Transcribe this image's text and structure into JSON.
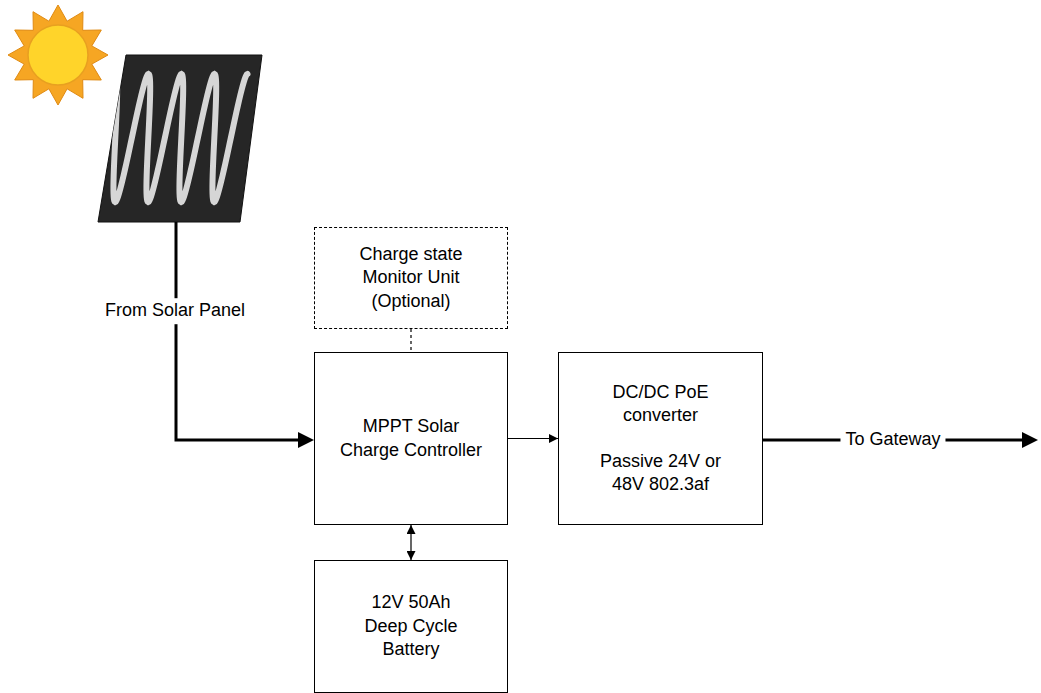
{
  "diagram": {
    "nodes": [
      {
        "text": [
          "Charge state Monitor Unit (Optional)"
        ]
      },
      {
        "text": [
          "MPPT Solar Charge Controller"
        ]
      },
      {
        "text": [
          "DC/DC PoE converter",
          "Passive 24V or 48V 802.3af"
        ]
      },
      {
        "text": [
          "12V 50Ah Deep Cycle Battery"
        ]
      }
    ],
    "edges": [
      {
        "from": 0,
        "to": 1,
        "arrow": "none"
      },
      {
        "from": 1,
        "to": 2,
        "arrow": "to"
      },
      {
        "from": 1,
        "to": 3,
        "arrow": "both"
      }
    ],
    "labels": [
      "From Solar Panel",
      "To Gateway"
    ]
  }
}
